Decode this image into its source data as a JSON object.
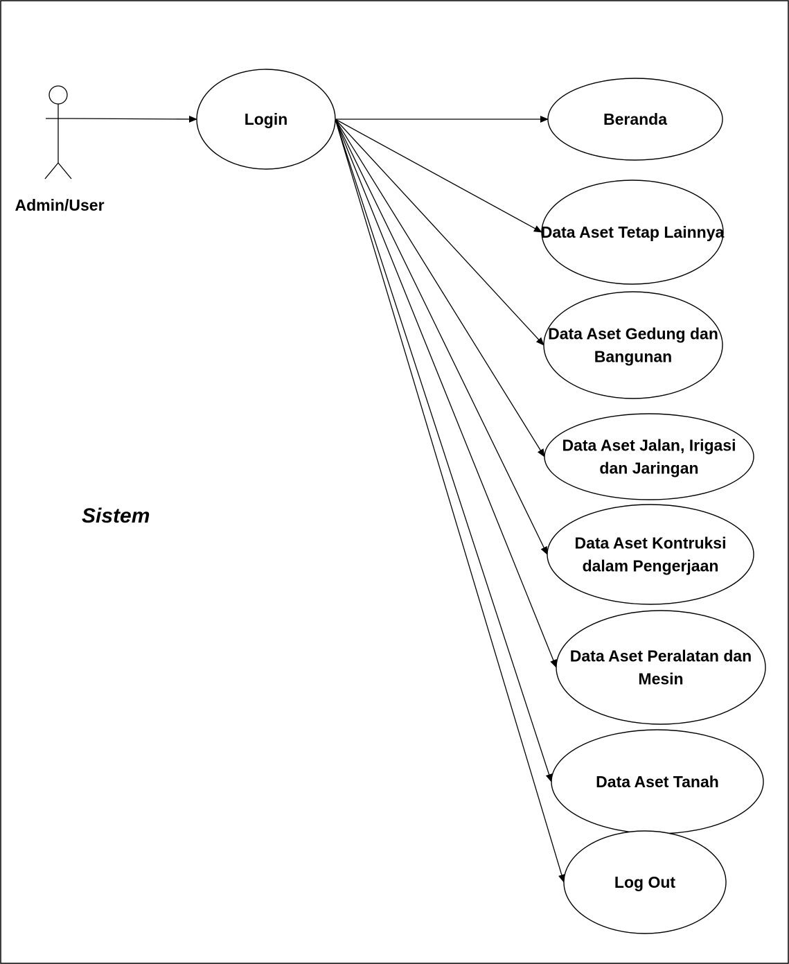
{
  "diagram": {
    "type": "use-case",
    "system_label": "Sistem",
    "actor": {
      "id": "actor",
      "label": "Admin/User"
    },
    "use_cases": [
      {
        "id": "login",
        "lines": [
          "Login"
        ]
      },
      {
        "id": "beranda",
        "lines": [
          "Beranda"
        ]
      },
      {
        "id": "aset-tetap-lainnya",
        "lines": [
          "Data Aset Tetap Lainnya"
        ]
      },
      {
        "id": "aset-gedung",
        "lines": [
          "Data Aset Gedung dan",
          "Bangunan"
        ]
      },
      {
        "id": "aset-jalan",
        "lines": [
          "Data Aset Jalan, Irigasi",
          "dan Jaringan"
        ]
      },
      {
        "id": "aset-kontruksi",
        "lines": [
          "Data Aset Kontruksi",
          "dalam Pengerjaan"
        ]
      },
      {
        "id": "aset-peralatan",
        "lines": [
          "Data Aset Peralatan dan",
          "Mesin"
        ]
      },
      {
        "id": "aset-tanah",
        "lines": [
          "Data Aset Tanah"
        ]
      },
      {
        "id": "logout",
        "lines": [
          "Log Out"
        ]
      }
    ],
    "relations": [
      {
        "from": "actor",
        "to": "login"
      },
      {
        "from": "login",
        "to": "beranda"
      },
      {
        "from": "login",
        "to": "aset-tetap-lainnya"
      },
      {
        "from": "login",
        "to": "aset-gedung"
      },
      {
        "from": "login",
        "to": "aset-jalan"
      },
      {
        "from": "login",
        "to": "aset-kontruksi"
      },
      {
        "from": "login",
        "to": "aset-peralatan"
      },
      {
        "from": "login",
        "to": "aset-tanah"
      },
      {
        "from": "login",
        "to": "logout"
      }
    ]
  }
}
